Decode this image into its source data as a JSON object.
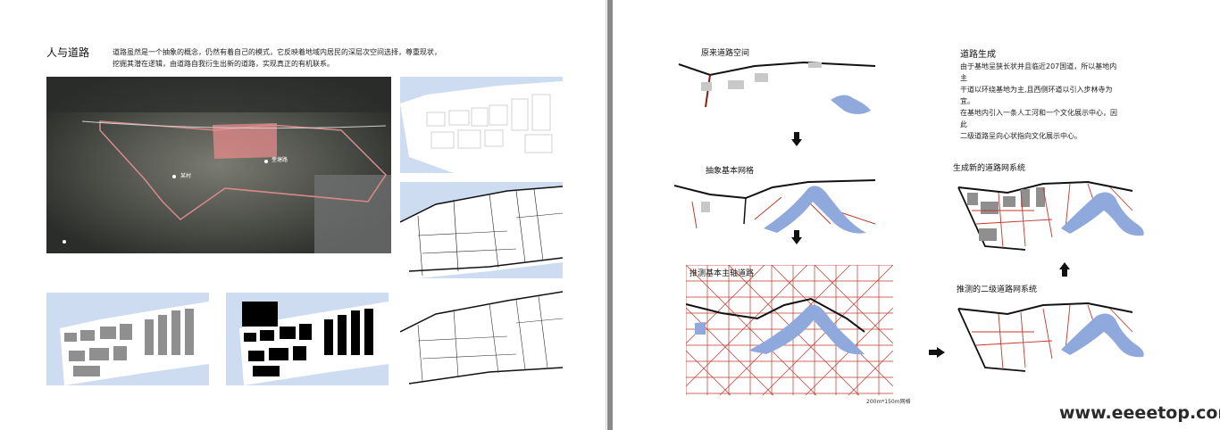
{
  "left_page": {
    "section_title": "人与道路",
    "paragraph_line1": "道路虽然是一个抽象的概念，仍然有着自己的模式，它反映着地域内居民的深层次空间选择，尊重现状，",
    "paragraph_line2": "挖掘其潜在逻辑，由道路自我衍生出新的道路，实现真正的有机联系。",
    "map_labels": [
      "奎塘路",
      "某村"
    ]
  },
  "right_page": {
    "label_original": "原来道路空间",
    "label_abstract": "抽象基本网格",
    "label_infer_main": "推测基本主轴道路",
    "label_generated": "生成新的道路网系统",
    "label_secondary": "推测的二级道路网系统",
    "grid_note": "200m*150m网格",
    "heading": "道路生成",
    "desc_lines": [
      "由于基地呈狭长状并且临近207国道，所以基地内主",
      "干道以环绕基地为主,且西侧环道以引入步林寺为宜。",
      "在基地内引入一条人工河和一个文化展示中心，因此",
      "二级道路呈向心状指向文化展示中心。"
    ]
  },
  "watermark": "www.eeeetop.com",
  "colors": {
    "water_blue": "#8fa9dc",
    "road_red": "#c0392b",
    "light_blue_bg": "#cddcf0",
    "gray_block": "#9a9a9a"
  }
}
